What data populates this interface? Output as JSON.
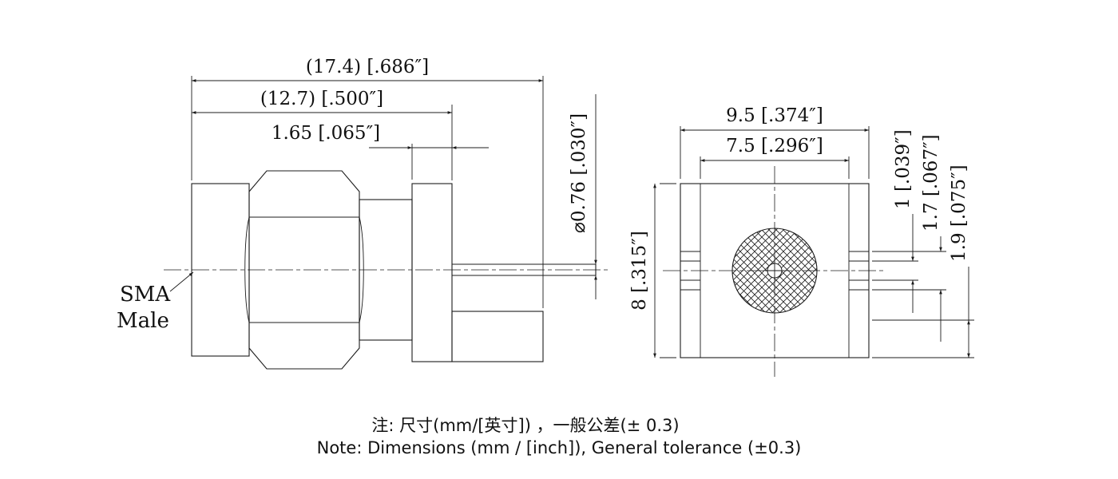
{
  "drawing": {
    "type": "technical-dimension-drawing",
    "subject": "SMA Male edge-mount RF connector, side view and front view"
  },
  "side_view": {
    "label_line1": "SMA",
    "label_line2": "Male",
    "dim_overall": "(17.4) [.686″]",
    "dim_body": "(12.7) [.500″]",
    "dim_tab": "1.65 [.065″]",
    "dim_pin": "⌀0.76 [.030″]"
  },
  "front_view": {
    "dim_width_outer": "9.5 [.374″]",
    "dim_width_inner": "7.5 [.296″]",
    "dim_height": "8 [.315″]",
    "dim_leg_a": "1 [.039″]",
    "dim_leg_b": "1.7 [.067″]",
    "dim_leg_c": "1.9 [.075″]"
  },
  "notes": {
    "line_zh": "注: 尺寸(mm/[英寸]) ，一般公差(± 0.3)",
    "line_en": "Note: Dimensions (mm / [inch]), General tolerance (±0.3)"
  },
  "colors": {
    "line": "#1c1c1c",
    "text": "#111111",
    "background": "#ffffff"
  }
}
